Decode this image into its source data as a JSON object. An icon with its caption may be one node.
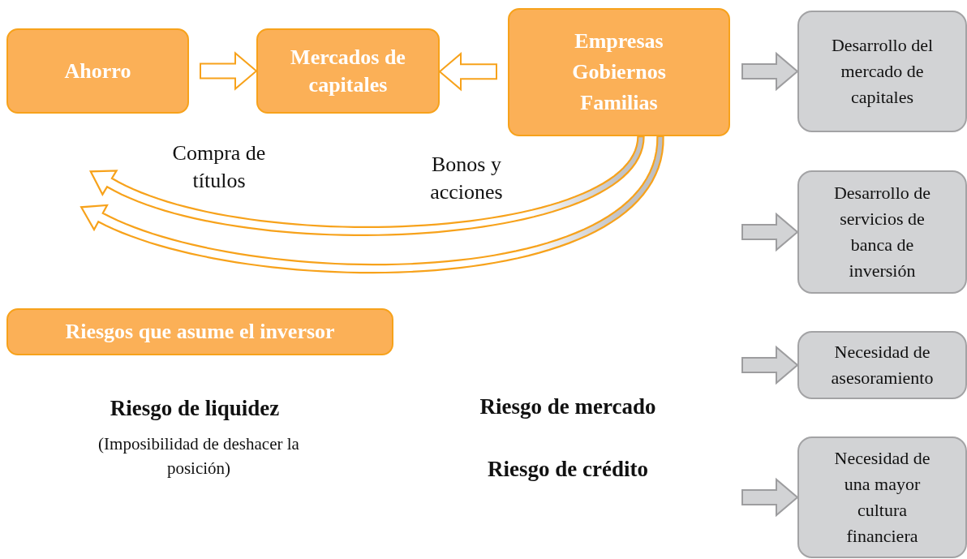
{
  "diagram": {
    "nodes": [
      {
        "text": [
          "Ahorro"
        ]
      },
      {
        "text": [
          "Mercados de capitales"
        ]
      },
      {
        "text": [
          "Empresas Gobiernos Familias"
        ]
      },
      {
        "text": [
          "Desarrollo del mercado de capitales"
        ]
      },
      {
        "text": [
          "Desarrollo de servicios de banca de inversión"
        ]
      },
      {
        "text": [
          "Necesidad de asesoramiento"
        ]
      },
      {
        "text": [
          "Necesidad de una mayor cultura financiera"
        ]
      },
      {
        "text": [
          "Riesgos que asume el inversor"
        ]
      }
    ],
    "edges": [
      {
        "from": 0,
        "to": 1,
        "arrow": "to"
      },
      {
        "from": 2,
        "to": 1,
        "arrow": "to"
      },
      {
        "from": 2,
        "to": 0,
        "arrow": "to"
      },
      {
        "from": 2,
        "to": 0,
        "arrow": "to"
      },
      {
        "from": null,
        "to": 3,
        "arrow": "to"
      },
      {
        "from": null,
        "to": 4,
        "arrow": "to"
      },
      {
        "from": null,
        "to": 5,
        "arrow": "to"
      },
      {
        "from": null,
        "to": 6,
        "arrow": "to"
      }
    ],
    "labels": [
      "Compra de títulos",
      "Bonos y acciones",
      "Riesgo de liquidez",
      "(Imposibilidad de deshacer la posición)",
      "Riesgo de mercado",
      "Riesgo de crédito"
    ]
  }
}
